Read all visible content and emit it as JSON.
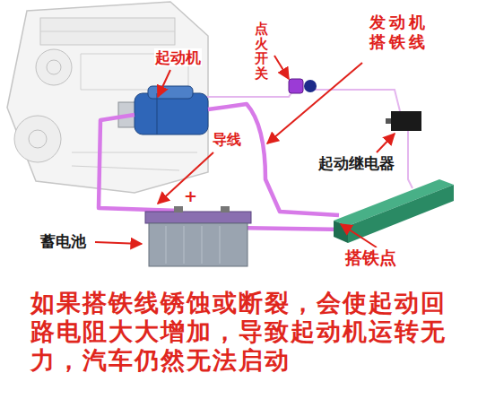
{
  "diagram": {
    "caption": "如果搭铁线锈蚀或断裂，会使起动回 路电阻大大增加，导致起动机运转无 力，汽车仍然无法启动",
    "labels": [
      "起动机",
      "点火开关",
      "发动机 搭铁线",
      "起动继电器",
      "导线",
      "蓄电池",
      "搭铁点",
      "+"
    ]
  }
}
